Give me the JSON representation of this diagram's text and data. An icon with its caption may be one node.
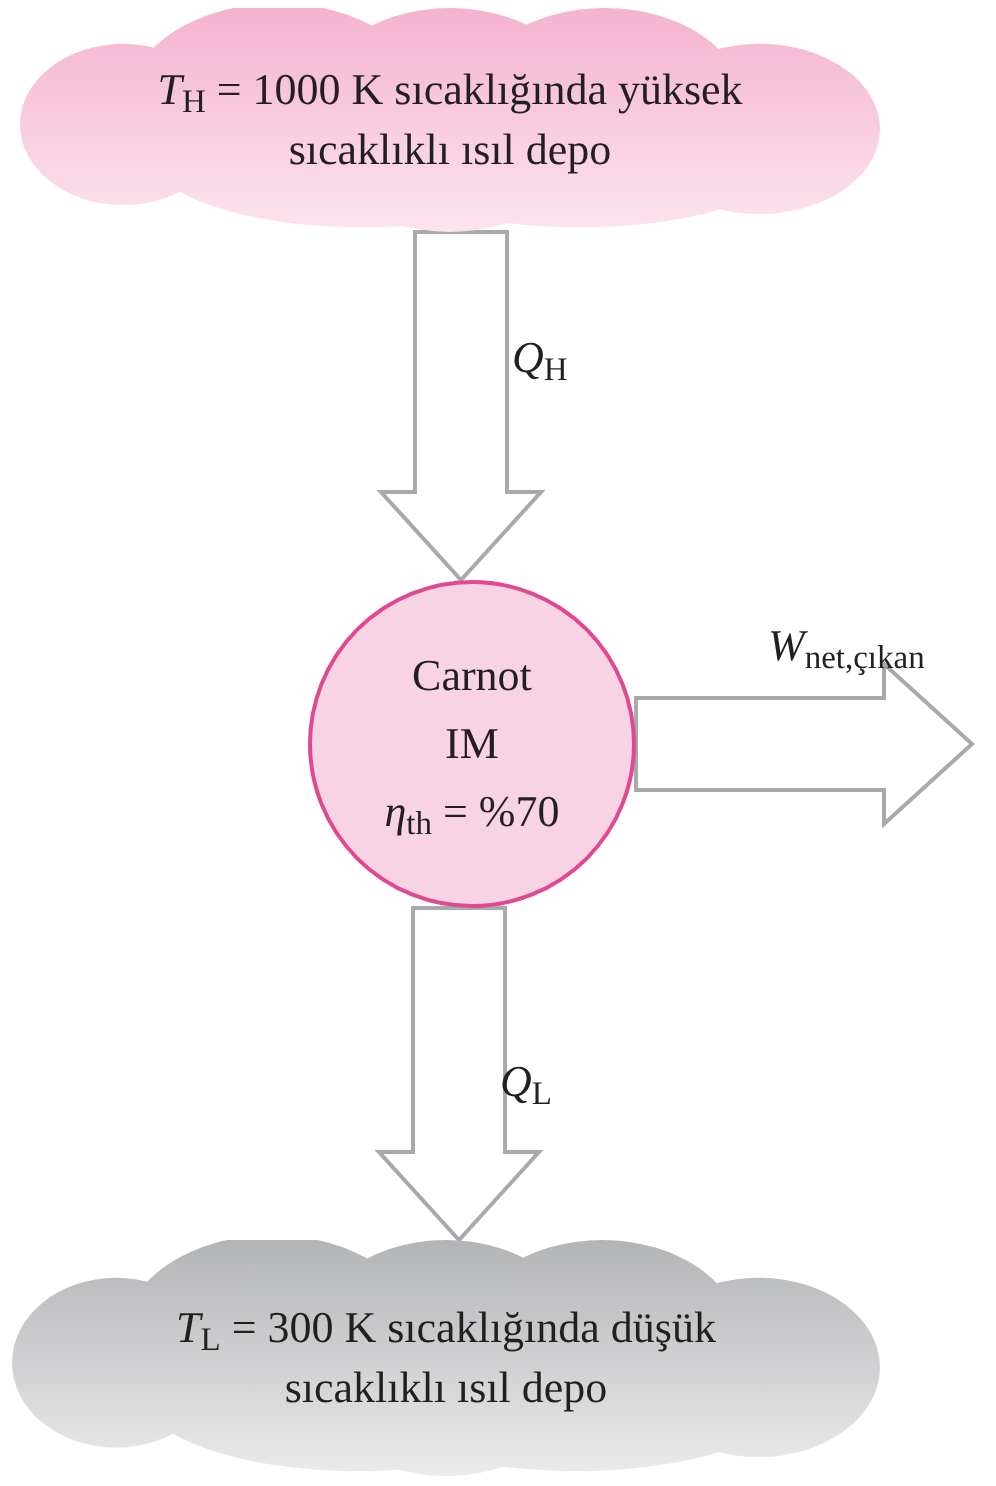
{
  "diagram": {
    "nodes": [
      {
        "text": [
          "*T*$_{H}$ = 1000 K sıcaklığında yüksek sıcaklıklı ısıl depo"
        ]
      },
      {
        "text": [
          "Carnot",
          "IM",
          "*η*$_{th}$ = %70"
        ]
      },
      {
        "text": [
          "*T*$_{L}$ = 300 K sıcaklığında düşük sıcaklıklı ısıl depo"
        ]
      }
    ],
    "edges": [
      {
        "from": 0,
        "to": 1,
        "arrow": "to",
        "label": "*Q*$_{H}$"
      },
      {
        "from": 1,
        "to": null,
        "arrow": "to",
        "label": "*W*$_{net,çıkan}$"
      },
      {
        "from": 1,
        "to": 2,
        "arrow": "to",
        "label": "*Q*$_{L}$"
      }
    ]
  }
}
